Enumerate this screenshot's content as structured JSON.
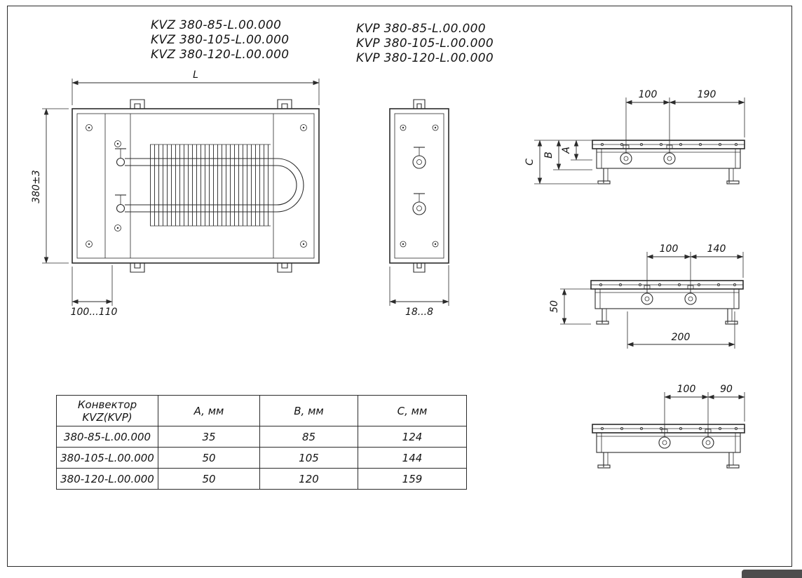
{
  "page": {
    "background": "#ffffff",
    "line_color": "#2b2b2b",
    "badge_color": "#4d4d4d"
  },
  "titles": {
    "kvz": [
      "KVZ 380-85-L.00.000",
      "KVZ 380-105-L.00.000",
      "KVZ 380-120-L.00.000"
    ],
    "kvp": [
      "KVP 380-85-L.00.000",
      "KVP 380-105-L.00.000",
      "KVP 380-120-L.00.000"
    ]
  },
  "plan_view": {
    "dim_length": "L",
    "dim_width": "380±3",
    "dim_offset": "100...110"
  },
  "end_view": {
    "dim_depth": "18...8"
  },
  "elevation_top": {
    "dim_100": "100",
    "dim_190": "190",
    "dim_a": "A",
    "dim_b": "B",
    "dim_c": "C"
  },
  "elevation_mid": {
    "dim_100": "100",
    "dim_140": "140",
    "dim_50": "50",
    "dim_200": "200"
  },
  "elevation_bottom": {
    "dim_100": "100",
    "dim_90": "90"
  },
  "table": {
    "header": {
      "col1_line1": "Конвектор",
      "col1_line2": "KVZ(KVP)",
      "col2": "A, мм",
      "col3": "B, мм",
      "col4": "C, мм"
    },
    "rows": [
      {
        "model": "380-85-L.00.000",
        "a": "35",
        "b": "85",
        "c": "124"
      },
      {
        "model": "380-105-L.00.000",
        "a": "50",
        "b": "105",
        "c": "144"
      },
      {
        "model": "380-120-L.00.000",
        "a": "50",
        "b": "120",
        "c": "159"
      }
    ]
  }
}
